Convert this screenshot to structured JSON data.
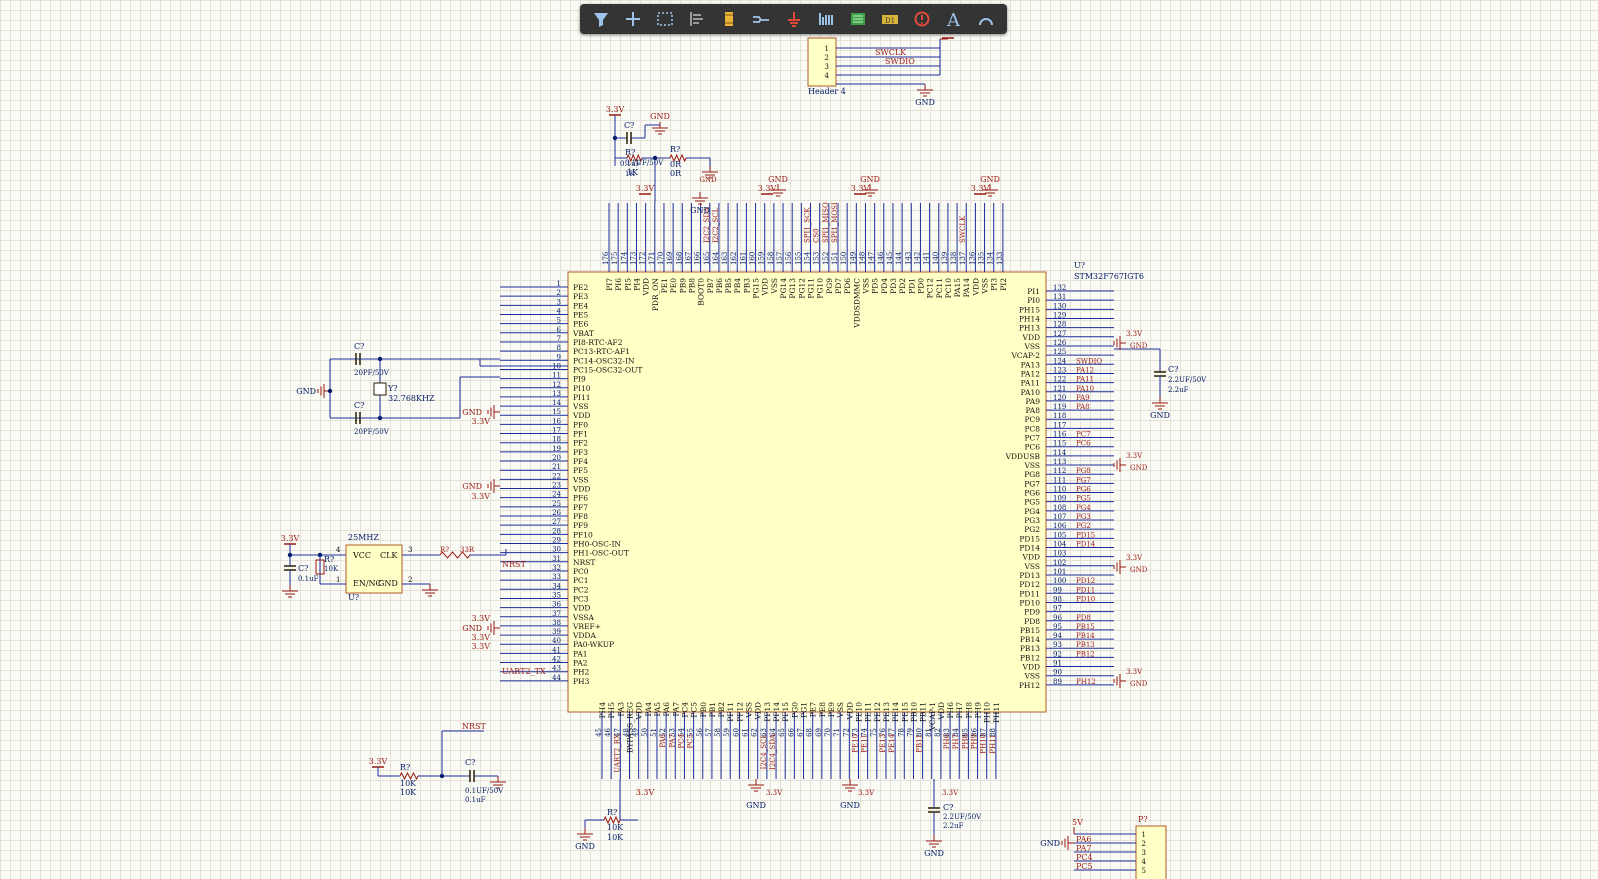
{
  "toolbar": {
    "tools": [
      {
        "icon": "filter-icon",
        "title": "filter"
      },
      {
        "icon": "crosshair-icon",
        "title": "move"
      },
      {
        "icon": "selection-rect-icon",
        "title": "select"
      },
      {
        "icon": "align-icon",
        "title": "align"
      },
      {
        "icon": "component-icon",
        "title": "place part"
      },
      {
        "icon": "wire-icon",
        "title": "wire"
      },
      {
        "icon": "ground-icon",
        "title": "ground"
      },
      {
        "icon": "bus-icon",
        "title": "bus"
      },
      {
        "icon": "sheet-symbol-icon",
        "title": "sheet symbol"
      },
      {
        "icon": "net-label-icon",
        "title": "net label"
      },
      {
        "icon": "directive-icon",
        "title": "directive"
      },
      {
        "icon": "text-icon",
        "title": "text"
      },
      {
        "icon": "arc-icon",
        "title": "arc"
      }
    ]
  },
  "mcu": {
    "designator": "U?",
    "part": "STM32F767IGT6",
    "left_pins": [
      {
        "n": "1",
        "name": "PE2"
      },
      {
        "n": "2",
        "name": "PE3"
      },
      {
        "n": "3",
        "name": "PE4"
      },
      {
        "n": "4",
        "name": "PE5"
      },
      {
        "n": "5",
        "name": "PE6"
      },
      {
        "n": "6",
        "name": "VBAT"
      },
      {
        "n": "7",
        "name": "PI8-RTC-AF2"
      },
      {
        "n": "8",
        "name": "PC13-RTC-AF1"
      },
      {
        "n": "9",
        "name": "PC14-OSC32-IN"
      },
      {
        "n": "10",
        "name": "PC15-OSC32-OUT"
      },
      {
        "n": "11",
        "name": "PI9"
      },
      {
        "n": "12",
        "name": "PI10"
      },
      {
        "n": "13",
        "name": "PI11"
      },
      {
        "n": "14",
        "name": "VSS"
      },
      {
        "n": "15",
        "name": "VDD"
      },
      {
        "n": "16",
        "name": "PF0"
      },
      {
        "n": "17",
        "name": "PF1"
      },
      {
        "n": "18",
        "name": "PF2"
      },
      {
        "n": "19",
        "name": "PF3"
      },
      {
        "n": "20",
        "name": "PF4"
      },
      {
        "n": "21",
        "name": "PF5"
      },
      {
        "n": "22",
        "name": "VSS"
      },
      {
        "n": "23",
        "name": "VDD"
      },
      {
        "n": "24",
        "name": "PF6"
      },
      {
        "n": "25",
        "name": "PF7"
      },
      {
        "n": "26",
        "name": "PF8"
      },
      {
        "n": "27",
        "name": "PF9"
      },
      {
        "n": "28",
        "name": "PF10"
      },
      {
        "n": "29",
        "name": "PH0-OSC-IN"
      },
      {
        "n": "30",
        "name": "PH1-OSC-OUT"
      },
      {
        "n": "31",
        "name": "NRST"
      },
      {
        "n": "32",
        "name": "PC0"
      },
      {
        "n": "33",
        "name": "PC1"
      },
      {
        "n": "34",
        "name": "PC2"
      },
      {
        "n": "35",
        "name": "PC3"
      },
      {
        "n": "36",
        "name": "VDD"
      },
      {
        "n": "37",
        "name": "VSSA"
      },
      {
        "n": "38",
        "name": "VREF+"
      },
      {
        "n": "39",
        "name": "VDDA"
      },
      {
        "n": "40",
        "name": "PA0-WKUP"
      },
      {
        "n": "41",
        "name": "PA1"
      },
      {
        "n": "42",
        "name": "PA2"
      },
      {
        "n": "43",
        "name": "PH2"
      },
      {
        "n": "44",
        "name": "PH3"
      }
    ],
    "right_pins": [
      {
        "n": "132",
        "name": "PI1",
        "net": ""
      },
      {
        "n": "131",
        "name": "PI0",
        "net": ""
      },
      {
        "n": "130",
        "name": "PH15",
        "net": ""
      },
      {
        "n": "129",
        "name": "PH14",
        "net": ""
      },
      {
        "n": "128",
        "name": "PH13",
        "net": ""
      },
      {
        "n": "127",
        "name": "VDD",
        "net": ""
      },
      {
        "n": "126",
        "name": "VSS",
        "net": ""
      },
      {
        "n": "125",
        "name": "VCAP-2",
        "net": ""
      },
      {
        "n": "124",
        "name": "PA13",
        "net": "SWDIO"
      },
      {
        "n": "123",
        "name": "PA12",
        "net": "PA12"
      },
      {
        "n": "122",
        "name": "PA11",
        "net": "PA11"
      },
      {
        "n": "121",
        "name": "PA10",
        "net": "PA10"
      },
      {
        "n": "120",
        "name": "PA9",
        "net": "PA9"
      },
      {
        "n": "119",
        "name": "PA8",
        "net": "PA8"
      },
      {
        "n": "118",
        "name": "PC9",
        "net": ""
      },
      {
        "n": "117",
        "name": "PC8",
        "net": ""
      },
      {
        "n": "116",
        "name": "PC7",
        "net": "PC7"
      },
      {
        "n": "115",
        "name": "PC6",
        "net": "PC6"
      },
      {
        "n": "114",
        "name": "VDDUSB",
        "net": ""
      },
      {
        "n": "113",
        "name": "VSS",
        "net": ""
      },
      {
        "n": "112",
        "name": "PG8",
        "net": "PG8"
      },
      {
        "n": "111",
        "name": "PG7",
        "net": "PG7"
      },
      {
        "n": "110",
        "name": "PG6",
        "net": "PG6"
      },
      {
        "n": "109",
        "name": "PG5",
        "net": "PG5"
      },
      {
        "n": "108",
        "name": "PG4",
        "net": "PG4"
      },
      {
        "n": "107",
        "name": "PG3",
        "net": "PG3"
      },
      {
        "n": "106",
        "name": "PG2",
        "net": "PG2"
      },
      {
        "n": "105",
        "name": "PD15",
        "net": "PD15"
      },
      {
        "n": "104",
        "name": "PD14",
        "net": "PD14"
      },
      {
        "n": "103",
        "name": "VDD",
        "net": ""
      },
      {
        "n": "102",
        "name": "VSS",
        "net": ""
      },
      {
        "n": "101",
        "name": "PD13",
        "net": ""
      },
      {
        "n": "100",
        "name": "PD12",
        "net": "PD12"
      },
      {
        "n": "99",
        "name": "PD11",
        "net": "PD11"
      },
      {
        "n": "98",
        "name": "PD10",
        "net": "PD10"
      },
      {
        "n": "97",
        "name": "PD9",
        "net": ""
      },
      {
        "n": "96",
        "name": "PD8",
        "net": "PD8"
      },
      {
        "n": "95",
        "name": "PB15",
        "net": "PB15"
      },
      {
        "n": "94",
        "name": "PB14",
        "net": "PB14"
      },
      {
        "n": "93",
        "name": "PB13",
        "net": "PB13"
      },
      {
        "n": "92",
        "name": "PB12",
        "net": "PB12"
      },
      {
        "n": "91",
        "name": "VDD",
        "net": ""
      },
      {
        "n": "90",
        "name": "VSS",
        "net": ""
      },
      {
        "n": "89",
        "name": "PH12",
        "net": "PH12"
      }
    ],
    "top_pins": [
      {
        "n": "176",
        "name": "PI7",
        "net": ""
      },
      {
        "n": "175",
        "name": "PI6",
        "net": ""
      },
      {
        "n": "174",
        "name": "PI5",
        "net": ""
      },
      {
        "n": "173",
        "name": "PI4",
        "net": ""
      },
      {
        "n": "172",
        "name": "VDD",
        "net": ""
      },
      {
        "n": "171",
        "name": "PDR_ON",
        "net": ""
      },
      {
        "n": "170",
        "name": "PE1",
        "net": ""
      },
      {
        "n": "169",
        "name": "PE0",
        "net": ""
      },
      {
        "n": "168",
        "name": "PB9",
        "net": ""
      },
      {
        "n": "167",
        "name": "PB8",
        "net": ""
      },
      {
        "n": "166",
        "name": "BOOT0",
        "net": ""
      },
      {
        "n": "165",
        "name": "PB7",
        "net": "I2C2_SDA"
      },
      {
        "n": "164",
        "name": "PB6",
        "net": "I2C2_SCL"
      },
      {
        "n": "163",
        "name": "PB5",
        "net": ""
      },
      {
        "n": "162",
        "name": "PB4",
        "net": ""
      },
      {
        "n": "161",
        "name": "PB3",
        "net": ""
      },
      {
        "n": "160",
        "name": "PG15",
        "net": ""
      },
      {
        "n": "159",
        "name": "VDD",
        "net": ""
      },
      {
        "n": "158",
        "name": "VSS",
        "net": ""
      },
      {
        "n": "157",
        "name": "PG14",
        "net": ""
      },
      {
        "n": "156",
        "name": "PG13",
        "net": ""
      },
      {
        "n": "155",
        "name": "PG12",
        "net": ""
      },
      {
        "n": "154",
        "name": "PG11",
        "net": "SPI1_SCK"
      },
      {
        "n": "153",
        "name": "PG10",
        "net": "CS0"
      },
      {
        "n": "152",
        "name": "PG9",
        "net": "SPI1_MISO"
      },
      {
        "n": "151",
        "name": "PD7",
        "net": "SPI1_MOSI"
      },
      {
        "n": "150",
        "name": "PD6",
        "net": ""
      },
      {
        "n": "149",
        "name": "VDDSDMMC",
        "net": ""
      },
      {
        "n": "148",
        "name": "VSS",
        "net": ""
      },
      {
        "n": "147",
        "name": "PD5",
        "net": ""
      },
      {
        "n": "146",
        "name": "PD4",
        "net": ""
      },
      {
        "n": "145",
        "name": "PD3",
        "net": ""
      },
      {
        "n": "144",
        "name": "PD2",
        "net": ""
      },
      {
        "n": "143",
        "name": "PD1",
        "net": ""
      },
      {
        "n": "142",
        "name": "PD0",
        "net": ""
      },
      {
        "n": "141",
        "name": "PC12",
        "net": ""
      },
      {
        "n": "140",
        "name": "PC11",
        "net": ""
      },
      {
        "n": "139",
        "name": "PC10",
        "net": ""
      },
      {
        "n": "138",
        "name": "PA15",
        "net": ""
      },
      {
        "n": "137",
        "name": "PA14",
        "net": "SWCLK"
      },
      {
        "n": "136",
        "name": "VDD",
        "net": ""
      },
      {
        "n": "135",
        "name": "VSS",
        "net": ""
      },
      {
        "n": "134",
        "name": "PI3",
        "net": ""
      },
      {
        "n": "133",
        "name": "PI2",
        "net": ""
      }
    ],
    "bottom_pins": [
      {
        "n": "45",
        "name": "PH4",
        "net": ""
      },
      {
        "n": "46",
        "name": "PH5",
        "net": ""
      },
      {
        "n": "47",
        "name": "PA3",
        "net": "UART2_RX"
      },
      {
        "n": "48",
        "name": "BYPASS_REG",
        "net": ""
      },
      {
        "n": "49",
        "name": "VDD",
        "net": ""
      },
      {
        "n": "50",
        "name": "PA4",
        "net": ""
      },
      {
        "n": "51",
        "name": "PA5",
        "net": ""
      },
      {
        "n": "52",
        "name": "PA6",
        "net": "PA6"
      },
      {
        "n": "53",
        "name": "PA7",
        "net": "PA7"
      },
      {
        "n": "54",
        "name": "PC4",
        "net": "PC4"
      },
      {
        "n": "55",
        "name": "PC5",
        "net": "PC5"
      },
      {
        "n": "56",
        "name": "PB0",
        "net": ""
      },
      {
        "n": "57",
        "name": "PB1",
        "net": ""
      },
      {
        "n": "58",
        "name": "PB2",
        "net": ""
      },
      {
        "n": "59",
        "name": "PF11",
        "net": ""
      },
      {
        "n": "60",
        "name": "PF12",
        "net": ""
      },
      {
        "n": "61",
        "name": "VSS",
        "net": ""
      },
      {
        "n": "62",
        "name": "VDD",
        "net": ""
      },
      {
        "n": "63",
        "name": "PF13",
        "net": "I2C4_SCL"
      },
      {
        "n": "64",
        "name": "PF14",
        "net": "I2C4_SDA"
      },
      {
        "n": "65",
        "name": "PF15",
        "net": ""
      },
      {
        "n": "66",
        "name": "PG0",
        "net": ""
      },
      {
        "n": "67",
        "name": "PG1",
        "net": ""
      },
      {
        "n": "68",
        "name": "PE7",
        "net": ""
      },
      {
        "n": "69",
        "name": "PE8",
        "net": ""
      },
      {
        "n": "70",
        "name": "PE9",
        "net": ""
      },
      {
        "n": "71",
        "name": "VSS",
        "net": ""
      },
      {
        "n": "72",
        "name": "VDD",
        "net": ""
      },
      {
        "n": "73",
        "name": "PE10",
        "net": "PE10"
      },
      {
        "n": "74",
        "name": "PE11",
        "net": "PE11"
      },
      {
        "n": "75",
        "name": "PE12",
        "net": ""
      },
      {
        "n": "76",
        "name": "PE13",
        "net": "PE13"
      },
      {
        "n": "77",
        "name": "PE14",
        "net": "PE14"
      },
      {
        "n": "78",
        "name": "PE15",
        "net": ""
      },
      {
        "n": "79",
        "name": "PB10",
        "net": ""
      },
      {
        "n": "80",
        "name": "PB11",
        "net": "PB11"
      },
      {
        "n": "81",
        "name": "VCAP-1",
        "net": ""
      },
      {
        "n": "82",
        "name": "VDD",
        "net": ""
      },
      {
        "n": "83",
        "name": "PH6",
        "net": "PH6"
      },
      {
        "n": "84",
        "name": "PH7",
        "net": "PH7"
      },
      {
        "n": "85",
        "name": "PH8",
        "net": "PH8"
      },
      {
        "n": "86",
        "name": "PH9",
        "net": "PH9"
      },
      {
        "n": "87",
        "name": "PH10",
        "net": "PH10"
      },
      {
        "n": "88",
        "name": "PH11",
        "net": "PH11"
      }
    ]
  },
  "header4": {
    "designator": "Header 4",
    "pins": [
      "1",
      "2",
      "3",
      "4"
    ],
    "nets": [
      "SWCLK",
      "SWDIO"
    ],
    "gnd": "GND"
  },
  "pconn": {
    "designator": "P?",
    "pins": [
      "1",
      "2",
      "3",
      "4",
      "5"
    ],
    "nets": [
      "PA6",
      "PA7",
      "PC4",
      "PC5"
    ],
    "supply": "5V",
    "gnd": "GND"
  },
  "osc": {
    "designator": "U?",
    "freq": "25MHZ",
    "pin_vcc": "VCC",
    "pin_clk": "CLK",
    "pin_en": "EN/NC",
    "pin_gnd": "GND",
    "pin_nums": [
      "4",
      "3",
      "1",
      "2"
    ],
    "r_des": "R?",
    "r_val": "10K",
    "c_des": "C?",
    "c_val": "0.1uF",
    "series_r": "R?",
    "series_r_val": "33R",
    "supply": "3.3V",
    "nrst": "NRST"
  },
  "rtc": {
    "c1": "C?",
    "c1_val": "20PF/50V",
    "c2": "C?",
    "c2_val": "20PF/50V",
    "xtal": "Y?",
    "xtal_val": "32.768KHZ",
    "gnd": "GND"
  },
  "boot": {
    "supply": "3.3V",
    "gnd": "GND",
    "c": "C?",
    "c_val": "0.1UF/50V",
    "c_val2": "0.1uF",
    "r1": "R?",
    "r1_val": "1K",
    "r1_val2": "1K",
    "r2": "R?",
    "r2_val": "0R",
    "r2_val2": "0R"
  },
  "vcap_right": {
    "c": "C?",
    "val": "2.2UF/50V",
    "val2": "2.2uF",
    "gnd": "GND"
  },
  "vcap_bottom": {
    "c": "C?",
    "val": "2.2UF/50V",
    "val2": "2.2uF",
    "gnd": "GND"
  },
  "reset": {
    "supply": "3.3V",
    "r": "R?",
    "r_val": "10K",
    "r_val2": "10K",
    "c": "C?",
    "c_val": "0.1UF/50V",
    "c_val2": "0.1uF",
    "net": "NRST",
    "gnd": "GND"
  },
  "pulldown": {
    "r": "R?",
    "r_val": "10K",
    "r_val2": "10K",
    "supply": "3.3V",
    "gnd": "GND"
  },
  "labels": {
    "uart2_tx": "UART2_TX",
    "nrst": "NRST",
    "gnd": "GND",
    "v33": "3.3V"
  }
}
